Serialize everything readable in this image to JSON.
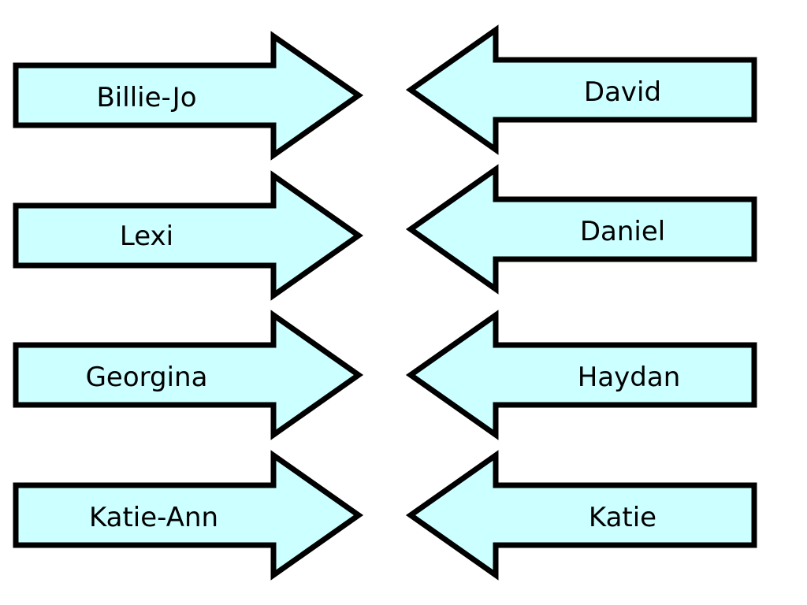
{
  "colors": {
    "arrow_fill": "#ccffff",
    "arrow_stroke": "#000000",
    "background": "#ffffff"
  },
  "left_arrows": [
    {
      "label": "Billie-Jo",
      "direction": "right"
    },
    {
      "label": "Lexi",
      "direction": "right"
    },
    {
      "label": "Georgina",
      "direction": "right"
    },
    {
      "label": "Katie-Ann",
      "direction": "right"
    }
  ],
  "right_arrows": [
    {
      "label": "David",
      "direction": "left"
    },
    {
      "label": "Daniel",
      "direction": "left"
    },
    {
      "label": "Haydan",
      "direction": "left"
    },
    {
      "label": "Katie",
      "direction": "left"
    }
  ]
}
